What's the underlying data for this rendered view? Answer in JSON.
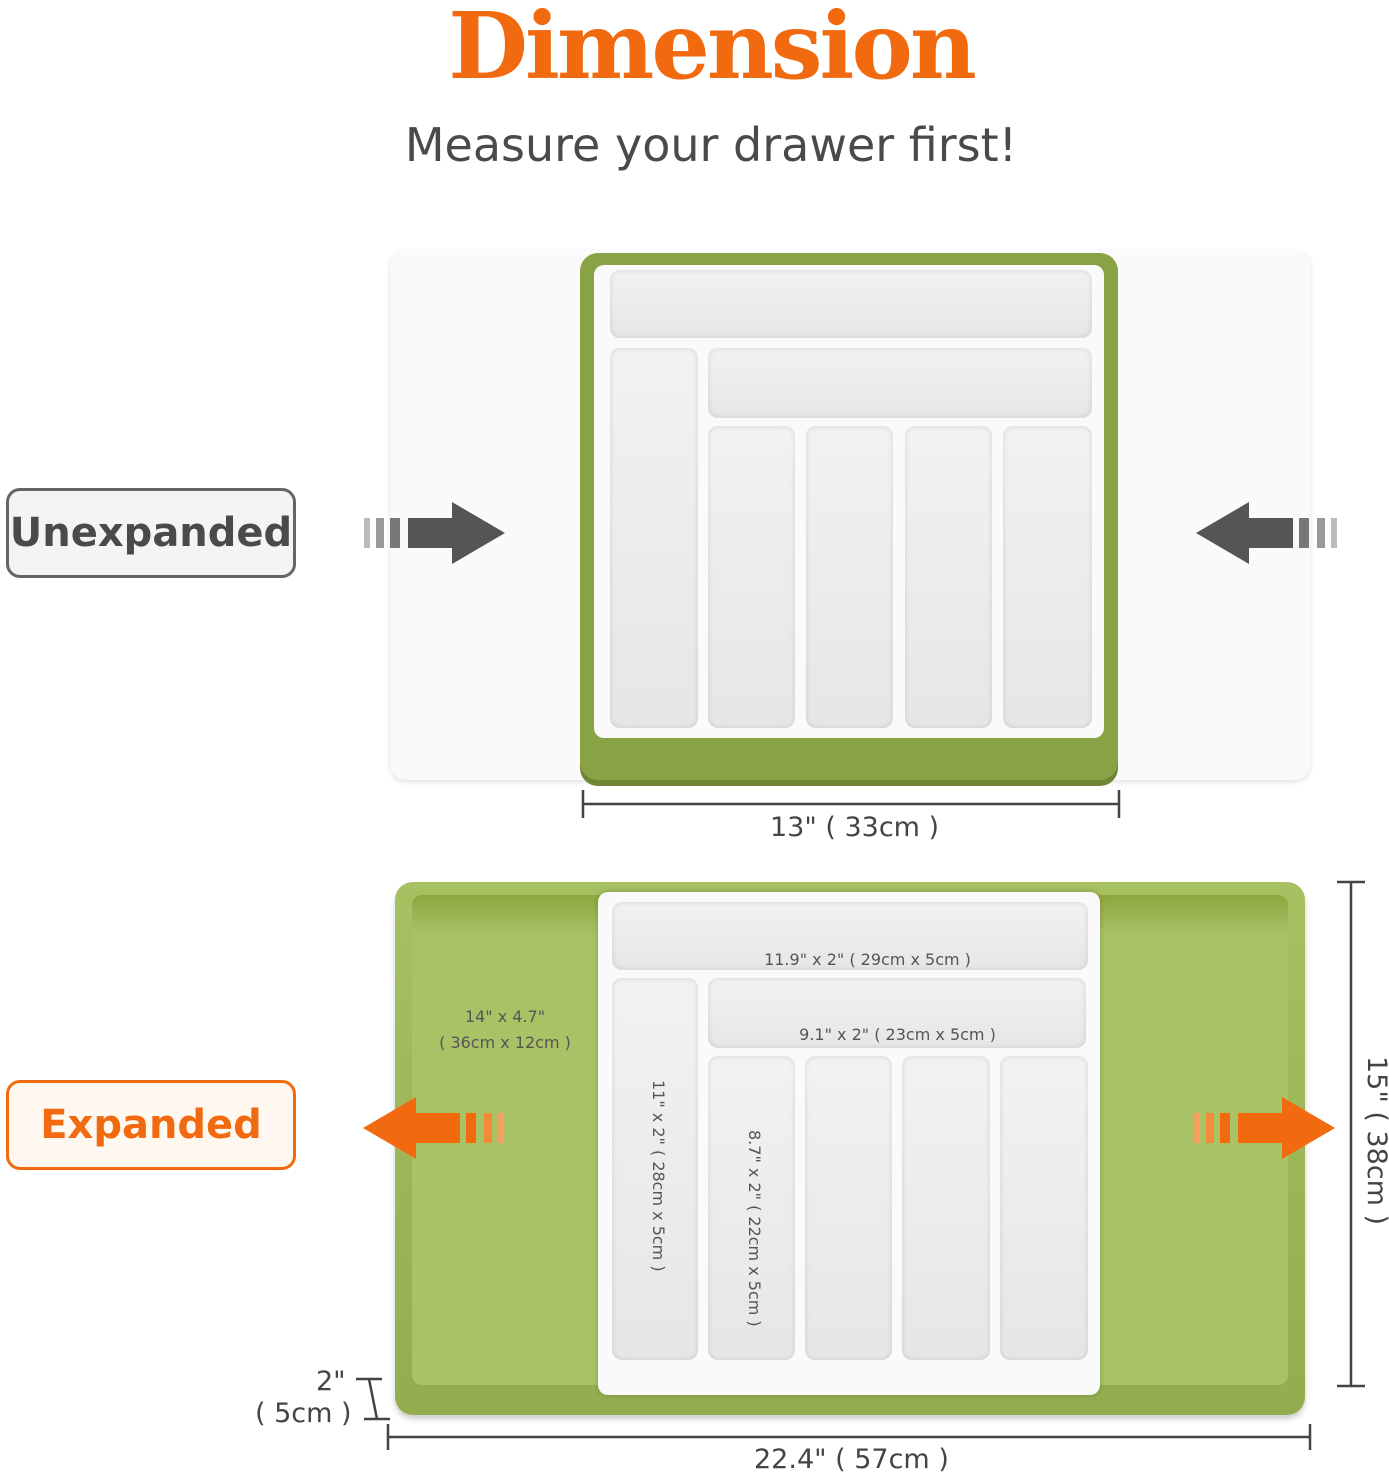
{
  "title": "Dimension",
  "subtitle": "Measure your drawer first!",
  "unexpanded": {
    "label": "Unexpanded",
    "width": "13\" ( 33cm )"
  },
  "expanded": {
    "label": "Expanded",
    "width": "22.4\" ( 57cm )",
    "depth": "15\" ( 38cm )",
    "height_in": "2\"",
    "height_cm": "( 5cm )",
    "compartments": {
      "top": "11.9\" x 2\" ( 29cm x 5cm )",
      "middle": "9.1\" x 2\" ( 23cm x 5cm )",
      "side": "14\" x 4.7\"",
      "side_cm": "( 36cm x 12cm )",
      "left": "11\" x 2\" ( 28cm x 5cm )",
      "small": "8.7\" x 2\" ( 22cm x 5cm )"
    }
  },
  "colors": {
    "orange": "#f26a0f",
    "green": "#9cb556",
    "dark": "#555555"
  }
}
